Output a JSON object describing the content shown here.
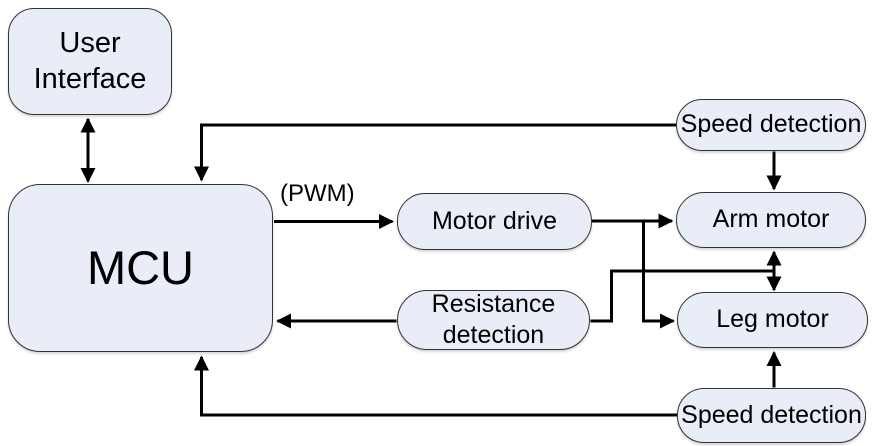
{
  "diagram": {
    "nodes": {
      "user_interface": {
        "lines": [
          "User",
          "Interface"
        ]
      },
      "mcu": {
        "label": "MCU"
      },
      "speed_detection_top": {
        "label": "Speed detection"
      },
      "motor_drive": {
        "label": "Motor drive"
      },
      "arm_motor": {
        "label": "Arm motor"
      },
      "resistance_detection": {
        "lines": [
          "Resistance",
          "detection"
        ]
      },
      "leg_motor": {
        "label": "Leg motor"
      },
      "speed_detection_bottom": {
        "label": "Speed detection"
      }
    },
    "labels": {
      "pwm": "(PWM)"
    },
    "colors": {
      "background": "#ffffff",
      "node_fill": "#e9edf8",
      "node_border": "#333333",
      "connector": "#000000",
      "text": "#000000"
    }
  }
}
